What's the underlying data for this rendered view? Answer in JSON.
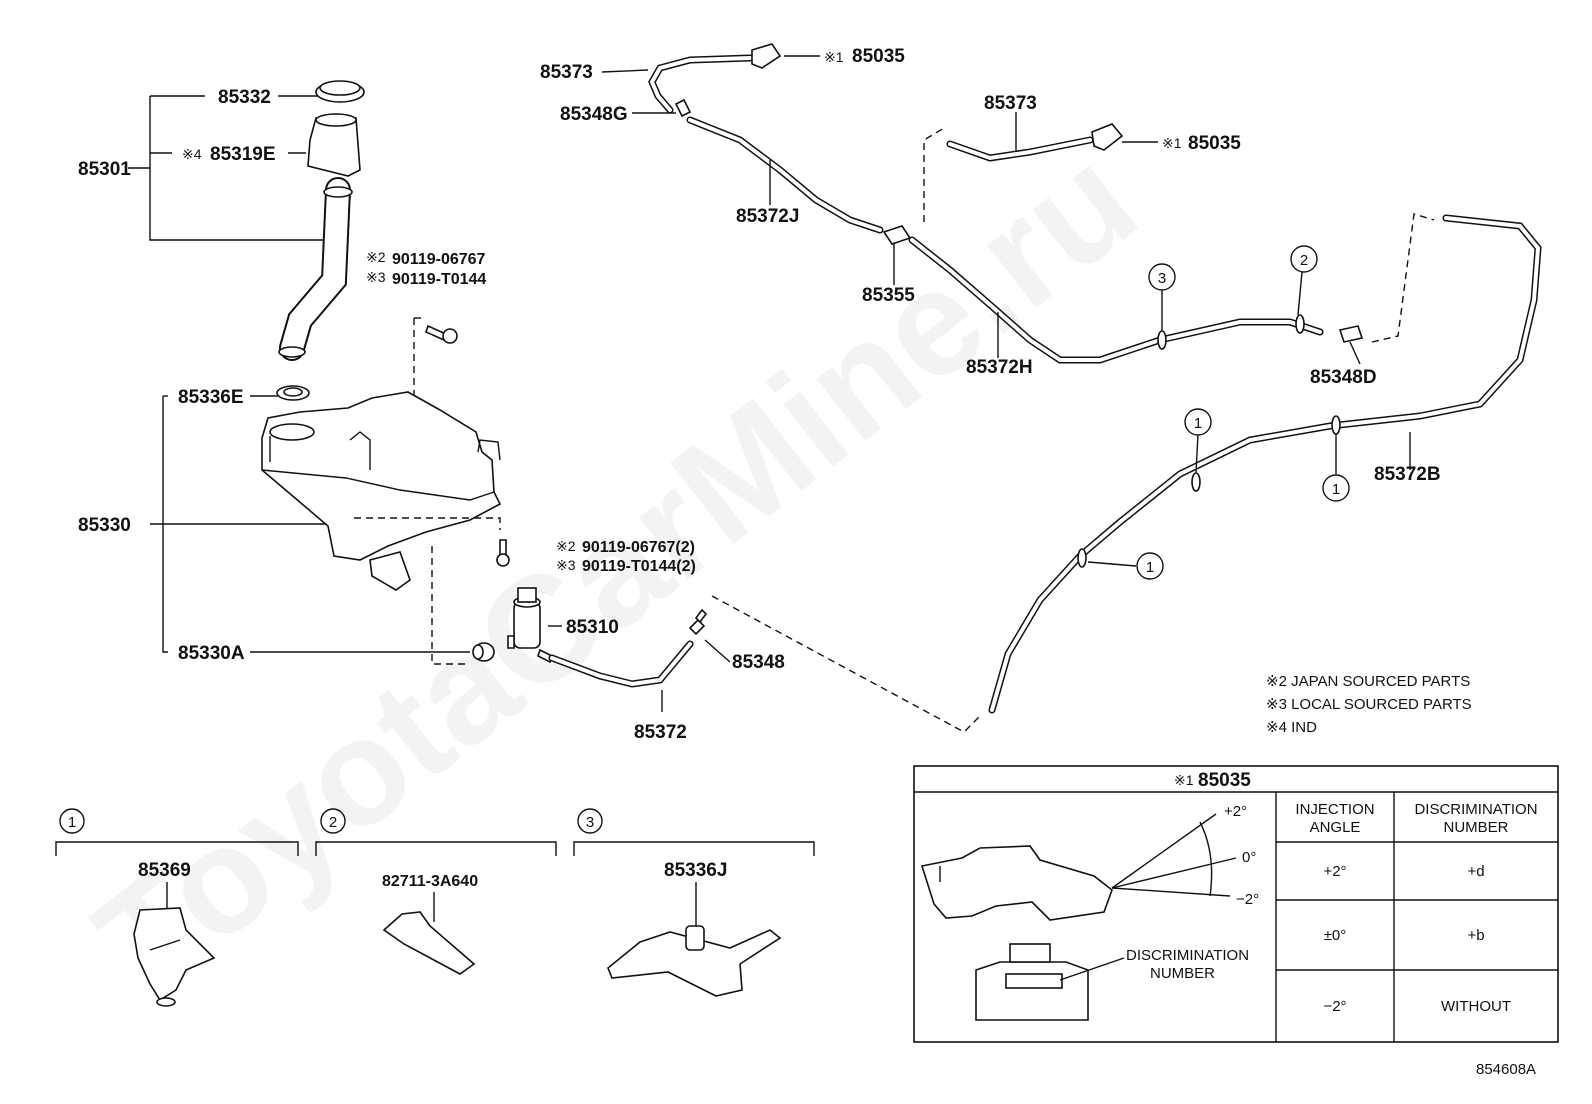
{
  "watermark": "ToyotaCarMine.ru",
  "parts": {
    "p85332": "85332",
    "p85319E": "85319E",
    "p85319E_mark": "※4",
    "p85301": "85301",
    "bolt_upper_1": "90119-06767",
    "bolt_upper_1_mark": "※2",
    "bolt_upper_2": "90119-T0144",
    "bolt_upper_2_mark": "※3",
    "p85336E": "85336E",
    "p85330": "85330",
    "bolt_lower_1": "90119-06767(2)",
    "bolt_lower_1_mark": "※2",
    "bolt_lower_2": "90119-T0144(2)",
    "bolt_lower_2_mark": "※3",
    "p85310": "85310",
    "p85330A": "85330A",
    "p85348": "85348",
    "p85372": "85372",
    "p85373_a": "85373",
    "p85035_a": "85035",
    "p85035_a_mark": "※1",
    "p85348G": "85348G",
    "p85372J": "85372J",
    "p85373_b": "85373",
    "p85035_b": "85035",
    "p85035_b_mark": "※1",
    "p85355": "85355",
    "p85372H": "85372H",
    "p85348D": "85348D",
    "p85372B": "85372B"
  },
  "callouts": {
    "c1": "1",
    "c2": "2",
    "c3": "3"
  },
  "notes": [
    "※2 JAPAN SOURCED PARTS",
    "※3 LOCAL SOURCED PARTS",
    "※4 IND"
  ],
  "clips": [
    {
      "num": "1",
      "part": "85369"
    },
    {
      "num": "2",
      "part": "82711-3A640"
    },
    {
      "num": "3",
      "part": "85336J"
    }
  ],
  "table": {
    "title_mark": "※1",
    "title": "85035",
    "head_angle": [
      "INJECTION",
      "ANGLE"
    ],
    "head_disc": [
      "DISCRIMINATION",
      "NUMBER"
    ],
    "rows": [
      {
        "angle": "+2°",
        "disc": "+d"
      },
      {
        "angle": "±0°",
        "disc": "+b"
      },
      {
        "angle": "−2°",
        "disc": "WITHOUT"
      }
    ],
    "angle_plus": "+2°",
    "angle_zero": "0°",
    "angle_minus": "−2°",
    "disc_label": [
      "DISCRIMINATION",
      "NUMBER"
    ]
  },
  "ref_code": "854608A"
}
